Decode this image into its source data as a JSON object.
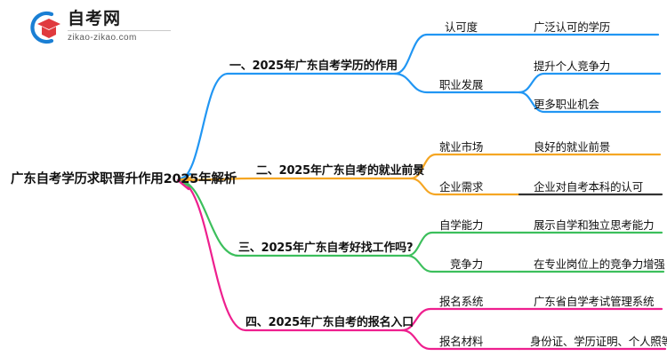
{
  "logo": {
    "name": "zikao-logo",
    "cn_text": "自考网",
    "en_text": "zikao-zikao.com",
    "arc_color": "#1a7fd4",
    "cap_color": "#e03a3e"
  },
  "mindmap": {
    "root": {
      "label": "广东自考学历求职晋升作用2025年解析"
    },
    "colors": {
      "branch1": "#2196f3",
      "branch2": "#f5a623",
      "branch3": "#3cbf5c",
      "branch4": "#ee1f8e"
    },
    "branches": [
      {
        "label": "一、2025年广东自考学历的作用",
        "color": "#2196f3",
        "children": [
          {
            "label": "认可度",
            "children": [
              {
                "label": "广泛认可的学历"
              }
            ]
          },
          {
            "label": "职业发展",
            "children": [
              {
                "label": "提升个人竞争力"
              },
              {
                "label": "更多职业机会"
              }
            ]
          }
        ]
      },
      {
        "label": "二、2025年广东自考的就业前景",
        "color": "#f5a623",
        "children": [
          {
            "label": "就业市场",
            "children": [
              {
                "label": "良好的就业前景"
              }
            ]
          },
          {
            "label": "企业需求",
            "children": [
              {
                "label": "企业对自考本科的认可"
              }
            ]
          }
        ]
      },
      {
        "label": "三、2025年广东自考好找工作吗?",
        "color": "#3cbf5c",
        "children": [
          {
            "label": "自学能力",
            "children": [
              {
                "label": "展示自学和独立思考能力"
              }
            ]
          },
          {
            "label": "竞争力",
            "children": [
              {
                "label": "在专业岗位上的竞争力增强"
              }
            ]
          }
        ]
      },
      {
        "label": "四、2025年广东自考的报名入口",
        "color": "#ee1f8e",
        "children": [
          {
            "label": "报名系统",
            "children": [
              {
                "label": "广东省自学考试管理系统"
              }
            ]
          },
          {
            "label": "报名材料",
            "children": [
              {
                "label": "身份证、学历证明、个人照等"
              }
            ]
          }
        ]
      }
    ]
  }
}
